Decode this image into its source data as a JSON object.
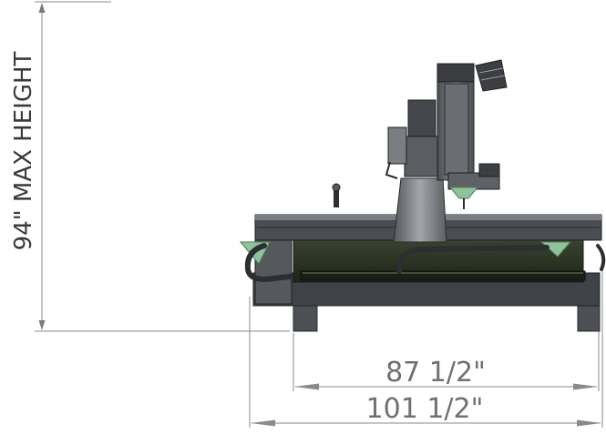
{
  "dimensions": {
    "max_height_label": "94\" MAX HEIGHT",
    "inner_width_label": "87 1/2\"",
    "outer_width_label": "101 1/2\""
  },
  "colors": {
    "dimension_line": "#8a8a8a",
    "machine_dark": "#3c3e42",
    "machine_mid": "#6c6f74",
    "machine_light": "#9a9da1",
    "bed_green": "#2b3320",
    "accent_green": "#8fc49a"
  }
}
